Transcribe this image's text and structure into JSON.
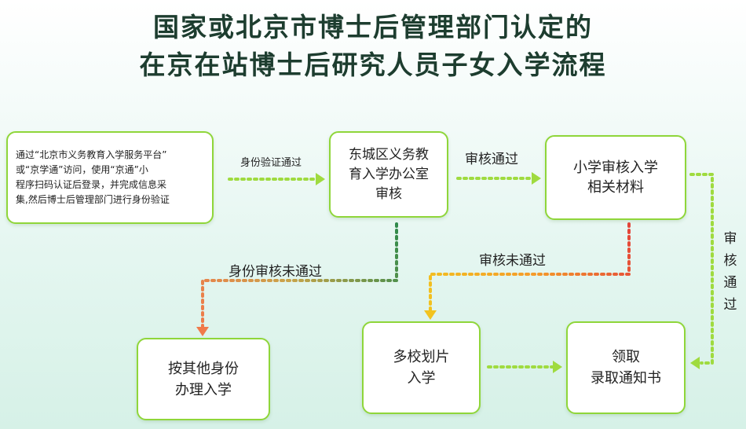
{
  "title": {
    "line1": "国家或北京市博士后管理部门认定的",
    "line2": "在京在站博士后研究人员子女入学流程"
  },
  "nodes": {
    "start": [
      "通过“北京市义务教育入学服务平台”",
      "或“京学通”访问，使用“京通”小",
      "程序扫码认证后登录，并完成信息采",
      "集,然后博士后管理部门进行身份验证"
    ],
    "dongcheng": [
      "东城区义务教",
      "育入学办公室",
      "审核"
    ],
    "primary_school": [
      "小学审核入学",
      "相关材料"
    ],
    "other_identity": [
      "按其他身份",
      "办理入学"
    ],
    "multi_school": [
      "多校划片",
      "入学"
    ],
    "notice": [
      "领取",
      "录取通知书"
    ]
  },
  "edges": {
    "identity_verified": "身份验证通过",
    "review_pass_1": "审核通过",
    "identity_review_fail": "身份审核未通过",
    "review_fail_2": "审核未通过",
    "review_pass_2": "审核通过"
  },
  "colors": {
    "box_border": "#8fd63a",
    "green_dots": "#9fdb3f",
    "dark_green_dots": "#2f8a4b",
    "orange_dots": "#f07a4a",
    "red_dots": "#e4443a",
    "yellow_dots": "#f2c31f",
    "title_text": "#1d3d2f"
  }
}
